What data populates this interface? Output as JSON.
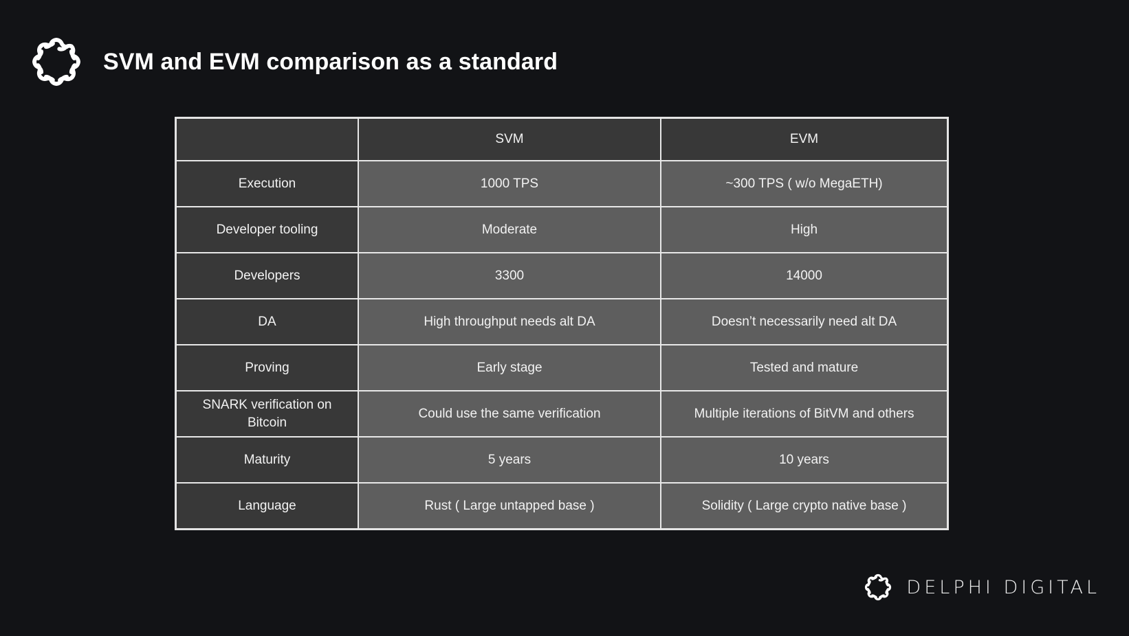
{
  "header": {
    "logo_icon": "delphi-knot-logo-icon",
    "title": "SVM and EVM comparison as a standard"
  },
  "table": {
    "columns": [
      "",
      "SVM",
      "EVM"
    ],
    "rows": [
      {
        "label": "Execution",
        "svm": "1000 TPS",
        "evm": "~300 TPS ( w/o MegaETH)"
      },
      {
        "label": "Developer tooling",
        "svm": "Moderate",
        "evm": "High"
      },
      {
        "label": "Developers",
        "svm": "3300",
        "evm": "14000"
      },
      {
        "label": "DA",
        "svm": "High throughput needs alt DA",
        "evm": "Doesn’t necessarily need alt DA"
      },
      {
        "label": "Proving",
        "svm": "Early stage",
        "evm": "Tested and mature"
      },
      {
        "label": "SNARK verification on Bitcoin",
        "svm": "Could use the same verification",
        "evm": "Multiple iterations of BitVM and others"
      },
      {
        "label": "Maturity",
        "svm": "5 years",
        "evm": "10 years"
      },
      {
        "label": "Language",
        "svm": "Rust ( Large untapped base )",
        "evm": "Solidity ( Large crypto native base )"
      }
    ]
  },
  "footer": {
    "logo_icon": "delphi-knot-logo-icon",
    "wordmark": "DELPHI DIGITAL"
  },
  "colors": {
    "background": "#121316",
    "header_cell": "#383838",
    "label_cell": "#383838",
    "value_cell": "#5e5e5e",
    "grid_line": "#e8e8e8",
    "text": "#f2f2f2"
  }
}
